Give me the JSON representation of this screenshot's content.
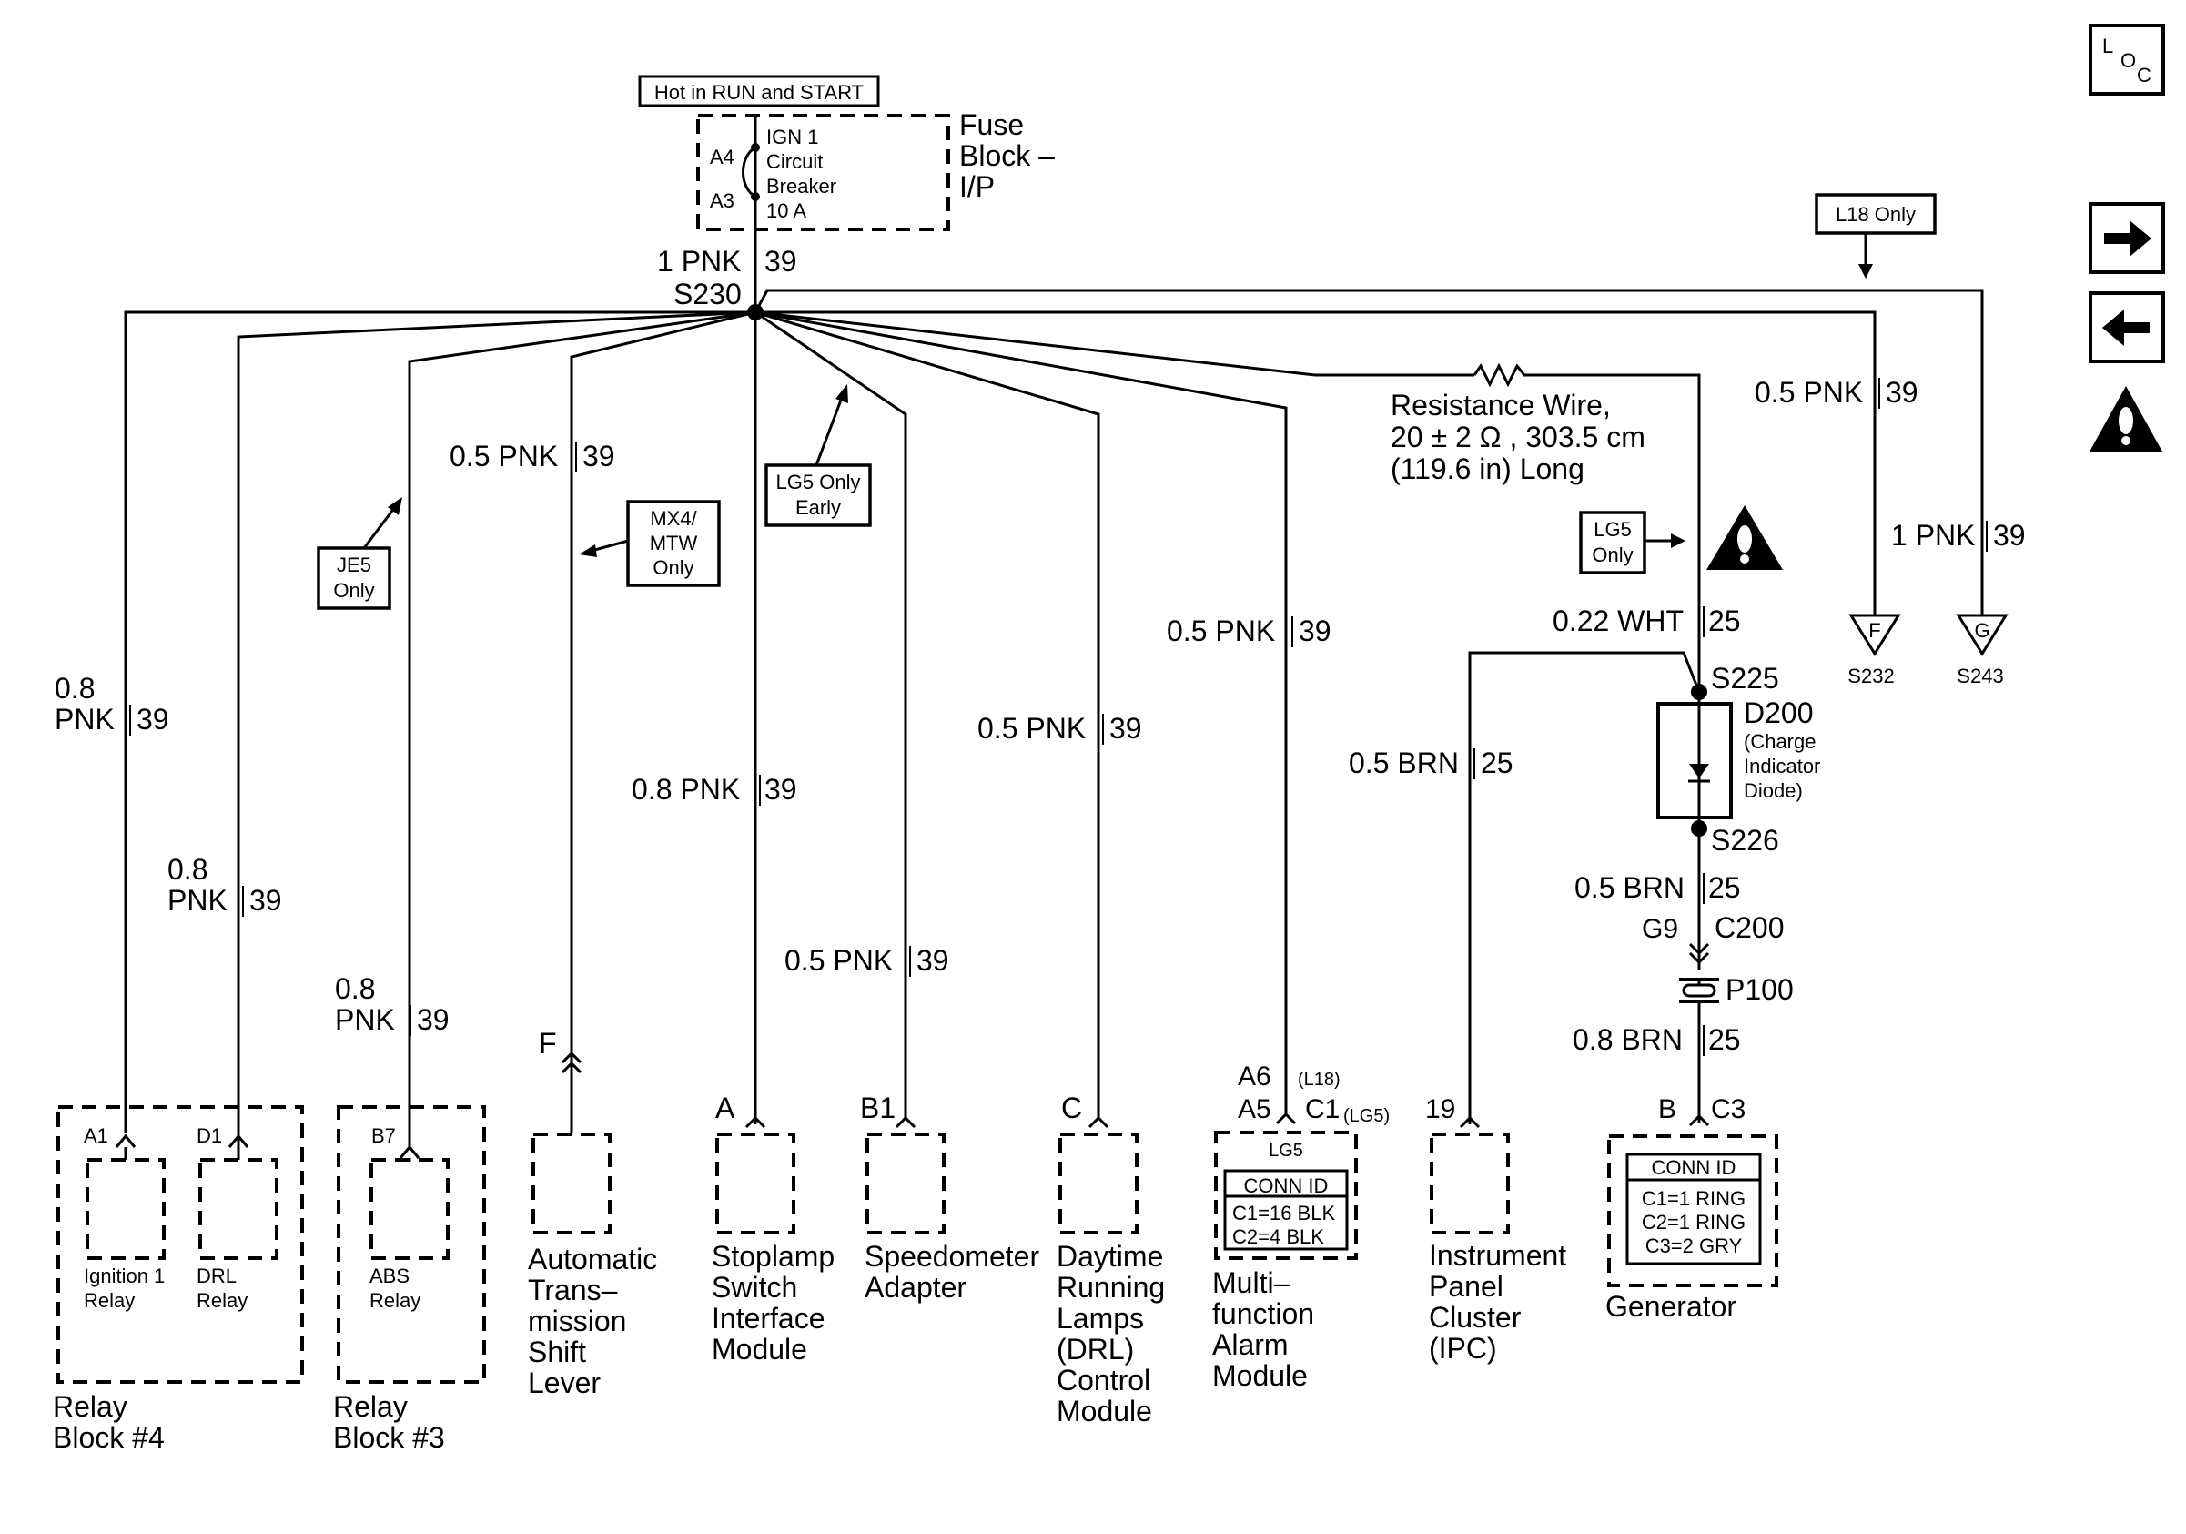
{
  "header": {
    "hot_label": "Hot in RUN and START",
    "fuse_block": [
      "Fuse",
      "Block –",
      "I/P"
    ],
    "breaker": [
      "IGN 1",
      "Circuit",
      "Breaker",
      "10 A"
    ],
    "pin_a4": "A4",
    "pin_a3": "A3",
    "main_wire": "1 PNK",
    "main_circuit": "39",
    "splice_main": "S230"
  },
  "side_icons": {
    "loc_l": "L",
    "loc_o": "O",
    "loc_c": "C",
    "next_page": "next-page-arrow",
    "prev_page": "previous-page-arrow",
    "caution": "caution-icon"
  },
  "notes": {
    "l18": "L18 Only",
    "je5": [
      "JE5",
      "Only"
    ],
    "mx4": [
      "MX4/",
      "MTW",
      "Only"
    ],
    "lg5_early": [
      "LG5 Only",
      "Early"
    ],
    "lg5": [
      "LG5",
      "Only"
    ]
  },
  "resistance": [
    "Resistance Wire,",
    "20 ± 2 Ω , 303.5 cm",
    "(119.6 in) Long"
  ],
  "wires": {
    "relay4_size": [
      "0.8",
      "PNK"
    ],
    "relay4_circuit": "39",
    "drl_relay_size": [
      "0.8",
      "PNK"
    ],
    "drl_relay_circuit": "39",
    "relay3_size": [
      "0.8",
      "PNK"
    ],
    "relay3_circuit": "39",
    "trans_size": "0.5 PNK",
    "trans_circuit": "39",
    "stoplamp_size": "0.8 PNK",
    "stoplamp_circuit": "39",
    "speedo_size": "0.5 PNK",
    "speedo_circuit": "39",
    "drl_size": "0.5 PNK",
    "drl_circuit": "39",
    "alarm_size": "0.5 PNK",
    "alarm_circuit": "39",
    "wht_size": "0.22 WHT",
    "wht_circuit": "25",
    "ipc_size": "0.5 BRN",
    "ipc_circuit": "25",
    "diode_out_size": "0.5 BRN",
    "diode_out_circuit": "25",
    "gen_size": "0.8 BRN",
    "gen_circuit": "25",
    "f_size": "0.5 PNK",
    "f_circuit": "39",
    "g_size": "1 PNK",
    "g_circuit": "39"
  },
  "splices": {
    "s225": "S225",
    "s226": "S226",
    "f_ref": "F",
    "f_splice": "S232",
    "g_ref": "G",
    "g_splice": "S243"
  },
  "diode": {
    "id": "D200",
    "desc": [
      "(Charge",
      "Indicator",
      "Diode)"
    ]
  },
  "connectors": {
    "g9": "G9",
    "c200": "C200",
    "p100": "P100",
    "b": "B",
    "c3": "C3",
    "a1": "A1",
    "d1": "D1",
    "b7": "B7",
    "f": "F",
    "a": "A",
    "b1": "B1",
    "c": "C",
    "a6": "A6",
    "l18": "(L18)",
    "a5": "A5",
    "c1": "C1",
    "lg5": "(LG5)",
    "pin19": "19"
  },
  "components": {
    "relay_block4": [
      "Relay",
      "Block #4"
    ],
    "ignition_relay": [
      "Ignition 1",
      "Relay"
    ],
    "drl_relay": [
      "DRL",
      "Relay"
    ],
    "relay_block3": [
      "Relay",
      "Block #3"
    ],
    "abs_relay": [
      "ABS",
      "Relay"
    ],
    "transmission": [
      "Automatic",
      "Trans–",
      "mission",
      "Shift",
      "Lever"
    ],
    "stoplamp": [
      "Stoplamp",
      "Switch",
      "Interface",
      "Module"
    ],
    "speedo": [
      "Speedometer",
      "Adapter"
    ],
    "drl_module": [
      "Daytime",
      "Running",
      "Lamps",
      "(DRL)",
      "Control",
      "Module"
    ],
    "alarm": [
      "Multi–",
      "function",
      "Alarm",
      "Module"
    ],
    "ipc": [
      "Instrument",
      "Panel",
      "Cluster",
      "(IPC)"
    ],
    "generator": [
      "Generator"
    ]
  },
  "conn_id_alarm": {
    "variant": "LG5",
    "title": "CONN ID",
    "rows": [
      "C1=16 BLK",
      "C2=4 BLK"
    ]
  },
  "conn_id_gen": {
    "title": "CONN ID",
    "rows": [
      "C1=1 RING",
      "C2=1 RING",
      "C3=2 GRY"
    ]
  }
}
